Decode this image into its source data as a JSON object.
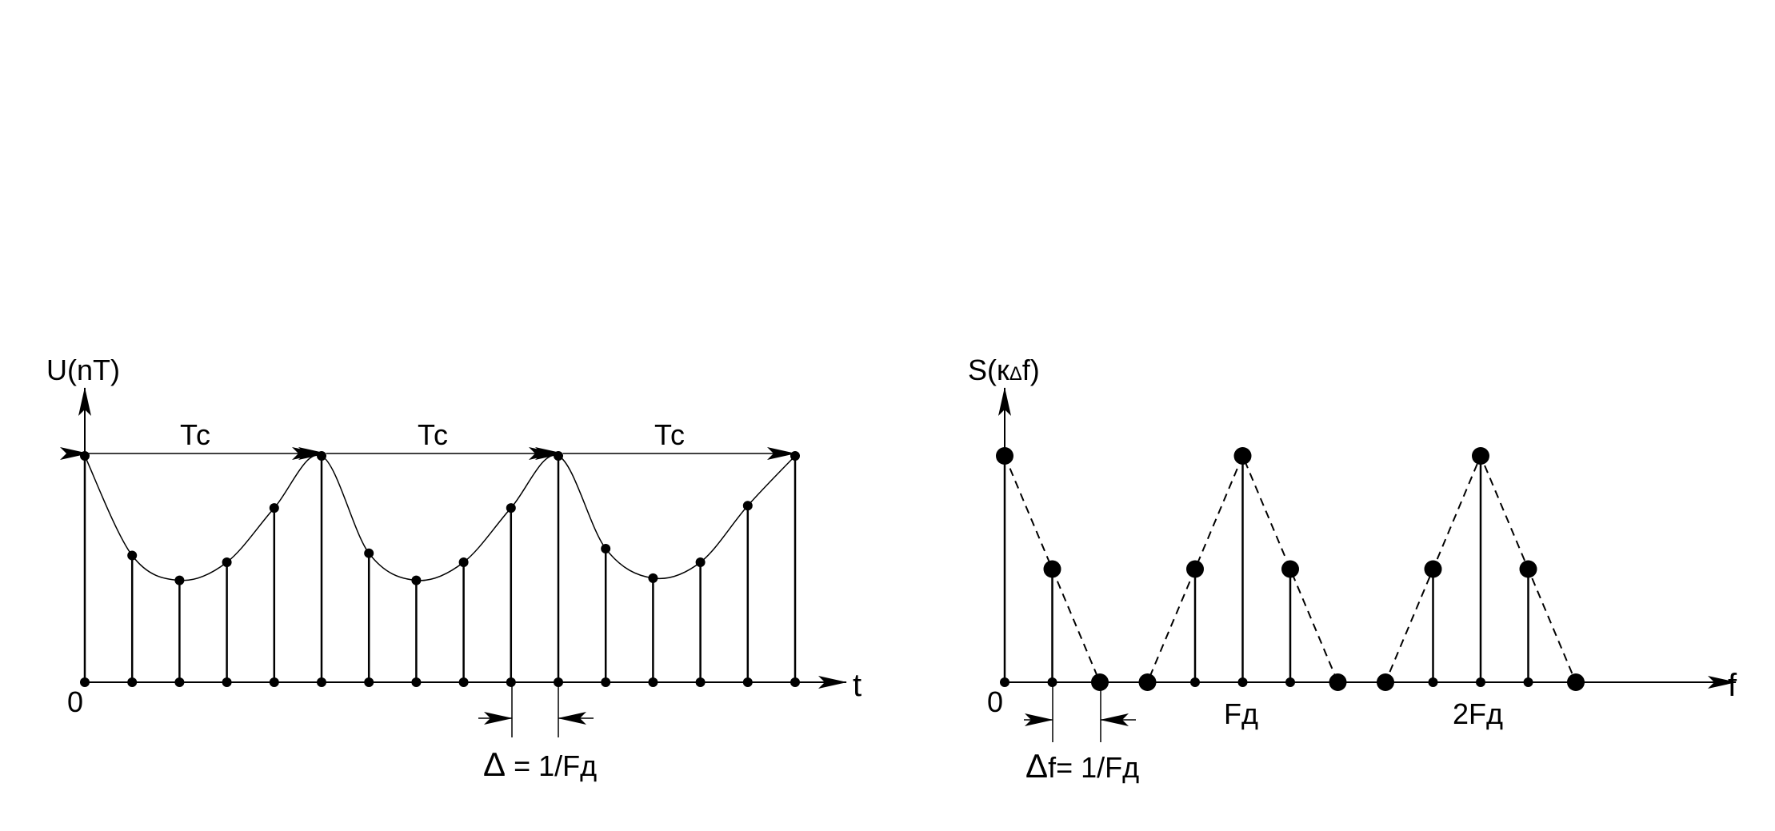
{
  "left_panel": {
    "y_label": "U(nT)",
    "origin": "0",
    "x_label": "t",
    "period_labels": [
      "Тс",
      "Тс",
      "Тс"
    ],
    "delta_symbol": "Δ",
    "delta_text": " = 1/Fд"
  },
  "right_panel": {
    "y_label": "S(к",
    "y_label_delta": "Δ",
    "y_label_tail": "f)",
    "origin": "0",
    "x_label": "f",
    "tick_labels": [
      "Fд",
      "2Fд"
    ],
    "delta_symbol": "Δ",
    "delta_text": "f= 1/Fд"
  },
  "chart_data": [
    {
      "type": "stem",
      "series": [
        {
          "values": [
            1.0,
            0.56,
            0.45,
            0.53,
            0.77,
            1.0,
            0.57,
            0.45,
            0.53,
            0.77,
            1.0,
            0.59,
            0.46,
            0.53,
            0.78,
            1.0
          ]
        }
      ]
    },
    {
      "type": "stem",
      "series": [
        {
          "values": [
            1.0,
            0.5,
            0,
            0,
            0.5,
            1.0,
            0.5,
            0,
            0,
            0.5,
            1.0,
            0.5,
            0
          ]
        }
      ]
    }
  ]
}
